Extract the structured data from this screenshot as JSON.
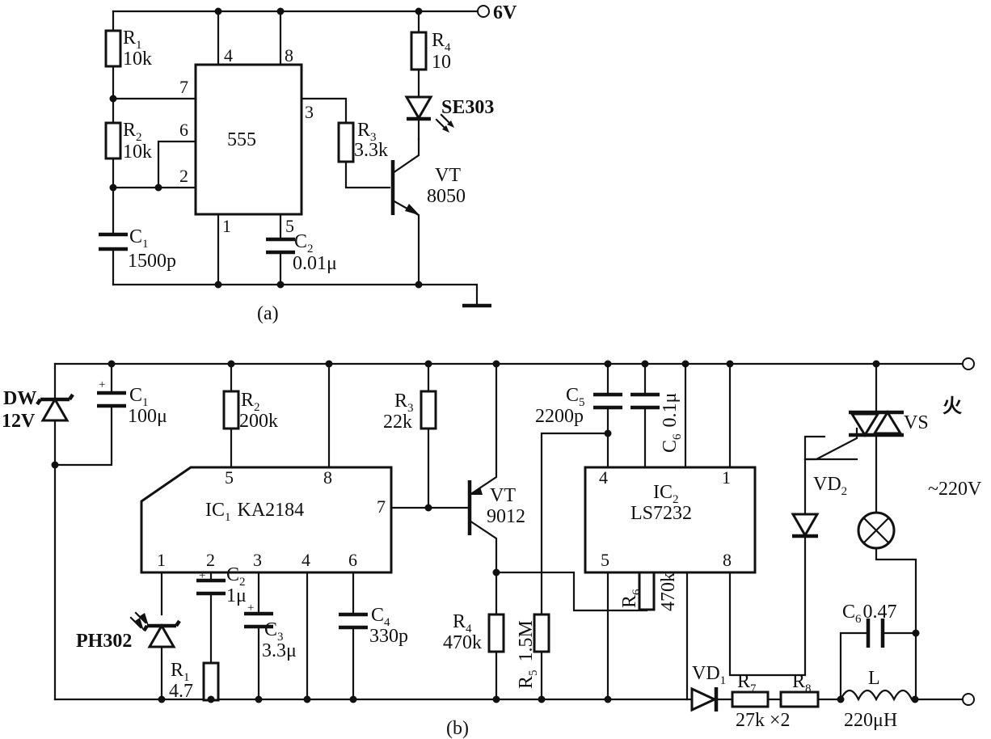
{
  "diagram": {
    "a": {
      "caption": "(a)",
      "supply": "6V",
      "ic": "555",
      "pins": {
        "p1": "1",
        "p2": "2",
        "p3": "3",
        "p4": "4",
        "p5": "5",
        "p6": "6",
        "p7": "7",
        "p8": "8"
      },
      "R1": {
        "ref": "R",
        "sub": "1",
        "value": "10k"
      },
      "R2": {
        "ref": "R",
        "sub": "2",
        "value": "10k"
      },
      "R3": {
        "ref": "R",
        "sub": "3",
        "value": "3.3k"
      },
      "R4": {
        "ref": "R",
        "sub": "4",
        "value": "10"
      },
      "C1": {
        "ref": "C",
        "sub": "1",
        "value": "1500p"
      },
      "C2": {
        "ref": "C",
        "sub": "2",
        "value": "0.01μ"
      },
      "led": "SE303",
      "vt": {
        "ref": "VT",
        "value": "8050"
      }
    },
    "b": {
      "caption": "(b)",
      "live": "火",
      "mains": "~220V",
      "DW": {
        "ref": "DW",
        "value": "12V"
      },
      "C1": {
        "ref": "C",
        "sub": "1",
        "value": "100μ"
      },
      "R2": {
        "ref": "R",
        "sub": "2",
        "value": "200k"
      },
      "R3": {
        "ref": "R",
        "sub": "3",
        "value": "22k"
      },
      "C5": {
        "ref": "C",
        "sub": "5",
        "value": "2200p"
      },
      "C6a": {
        "ref": "C",
        "sub": "6",
        "value": "0.1μ"
      },
      "ic1": {
        "ref": "IC",
        "sub": "1",
        "value": "KA2184"
      },
      "ic1pins": {
        "p1": "1",
        "p2": "2",
        "p3": "3",
        "p4": "4",
        "p5": "5",
        "p6": "6",
        "p7": "7",
        "p8": "8"
      },
      "ic2": {
        "ref": "IC",
        "sub": "2",
        "value": "LS7232"
      },
      "ic2pins": {
        "p1": "1",
        "p4": "4",
        "p5": "5",
        "p8": "8"
      },
      "vt": {
        "ref": "VT",
        "value": "9012"
      },
      "vs": "VS",
      "VD2": {
        "ref": "VD",
        "sub": "2"
      },
      "PH": "PH302",
      "C2": {
        "ref": "C",
        "sub": "2",
        "value": "1μ"
      },
      "C3": {
        "ref": "C",
        "sub": "3",
        "value": "3.3μ"
      },
      "C4": {
        "ref": "C",
        "sub": "4",
        "value": "330p"
      },
      "R1": {
        "ref": "R",
        "sub": "1",
        "value": "4.7"
      },
      "R4": {
        "ref": "R",
        "sub": "4",
        "value": "470k"
      },
      "R5": {
        "ref": "R",
        "sub": "5",
        "value": "1.5M"
      },
      "R6": {
        "ref": "R",
        "sub": "6",
        "value": "470k"
      },
      "C6b": {
        "ref": "C",
        "sub": "6",
        "value": "0.47"
      },
      "VD1": {
        "ref": "VD",
        "sub": "1"
      },
      "R7": {
        "ref": "R",
        "sub": "7"
      },
      "R8": {
        "ref": "R",
        "sub": "8"
      },
      "R78value": "27k ×2",
      "L": {
        "ref": "L",
        "value": "220μH"
      },
      "plus": "+"
    }
  }
}
